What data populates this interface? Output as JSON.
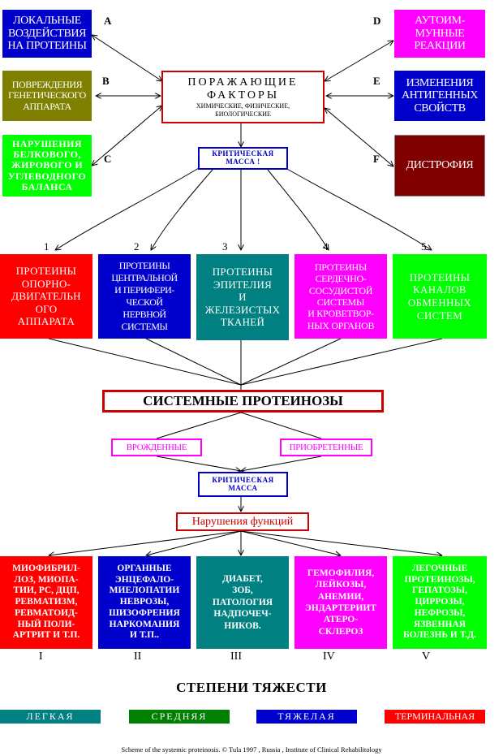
{
  "colors": {
    "blue": "#0000cc",
    "olive": "#808000",
    "green": "#00ff00",
    "magenta": "#ff00ff",
    "maroon": "#800000",
    "red": "#ff0000",
    "teal": "#008080",
    "dark_green": "#008000",
    "black": "#000000"
  },
  "left_boxes": [
    {
      "text": "ЛОКАЛЬНЫЕ\nВОЗДЕЙСТВИЯ\nНА ПРОТЕИНЫ",
      "letter": "A"
    },
    {
      "text": "ПОВРЕЖДЕНИЯ\nГЕНЕТИЧЕСКОГО\nАППАРАТА",
      "letter": "B"
    },
    {
      "text": "НАРУШЕНИЯ\nБЕЛКОВОГО,\nЖИРОВОГО И\nУГЛЕВОДНОГО\nБАЛАНСА",
      "letter": "C"
    }
  ],
  "right_boxes": [
    {
      "text": "АУТОИМ-\nМУННЫЕ\nРЕАКЦИИ",
      "letter": "D"
    },
    {
      "text": "ИЗМЕНЕНИЯ\nАНТИГЕННЫХ\nСВОЙСТВ",
      "letter": "E"
    },
    {
      "text": "ДИСТРОФИЯ",
      "letter": "F"
    }
  ],
  "center": {
    "title": "ПОРАЖАЮЩИЕ\nФАКТОРЫ",
    "subtitle": "ХИМИЧЕСКИЕ, ФИЗИЧЕСКИЕ,\nБИОЛОГИЧЕСКИЕ"
  },
  "critical_mass_1": "КРИТИЧЕСКАЯ\nМАССА !",
  "protein_groups": [
    {
      "num": "1",
      "text": "ПРОТЕИНЫ\nОПОРНО-\nДВИГАТЕЛЬН\nОГО\nАППАРАТА"
    },
    {
      "num": "2",
      "text": "ПРОТЕИНЫ\nЦЕНТРАЛЬНОЙ\nИ ПЕРИФЕРИ-\nЧЕСКОЙ\nНЕРВНОЙ\nСИСТЕМЫ"
    },
    {
      "num": "3",
      "text": "ПРОТЕИНЫ\nЭПИТЕЛИЯ\nИ\nЖЕЛЕЗИСТЫХ\nТКАНЕЙ"
    },
    {
      "num": "4",
      "text": "ПРОТЕИНЫ\nСЕРДЕЧНО-\nСОСУДИСТОЙ\nСИСТЕМЫ\nИ КРОВЕТВОР-\nНЫХ ОРГАНОВ"
    },
    {
      "num": "5",
      "text": "ПРОТЕИНЫ\nКАНАЛОВ\nОБМЕННЫХ\nСИСТЕМ"
    }
  ],
  "systemic": "СИСТЕМНЫЕ ПРОТЕИНОЗЫ",
  "congenital": "ВРОЖДЕННЫЕ",
  "acquired": "ПРИОБРЕТЕННЫЕ",
  "critical_mass_2": "КРИТИЧЕСКАЯ\nМАССА",
  "dysfunction": "Нарушения функций",
  "diseases": [
    {
      "roman": "I",
      "text": "МИОФИБРИЛ-\nЛОЗ, МИОПА-\nТИИ, РС, ДЦП,\nРЕВМАТИЗМ,\nРЕВМАТОИД-\nНЫЙ ПОЛИ-\nАРТРИТ И Т.П."
    },
    {
      "roman": "II",
      "text": "ОРГАННЫЕ\nЭНЦЕФАЛО-\nМИЕЛОПАТИИ\nНЕВРОЗЫ,\nШИЗОФРЕНИЯ\nНАРКОМАНИЯ\nИ Т.П.."
    },
    {
      "roman": "III",
      "text": "ДИАБЕТ,\nЗОБ,\nПАТОЛОГИЯ\nНАДПОЧЕЧ-\nНИКОВ."
    },
    {
      "roman": "IV",
      "text": "ГЕМОФИЛИЯ,\nЛЕЙКОЗЫ,\nАНЕМИИ,\nЭНДАРТЕРИИТ\nАТЕРО-\nСКЛЕРОЗ"
    },
    {
      "roman": "V",
      "text": "ЛЕГОЧНЫЕ\nПРОТЕИНОЗЫ,\nГЕПАТОЗЫ,\nЦИРРОЗЫ,\nНЕФРОЗЫ,\nЯЗВЕННАЯ\nБОЛЕЗНЬ И Т.Д."
    }
  ],
  "severity_title": "СТЕПЕНИ ТЯЖЕСТИ",
  "severity": [
    "ЛЕГКАЯ",
    "СРЕДНЯЯ",
    "ТЯЖЕЛАЯ",
    "ТЕРМИНАЛЬНАЯ"
  ],
  "footer": "Scheme of the systemic proteinosis. © Tula 1997 , Russia , Institute of Clinical Rehabilitology"
}
